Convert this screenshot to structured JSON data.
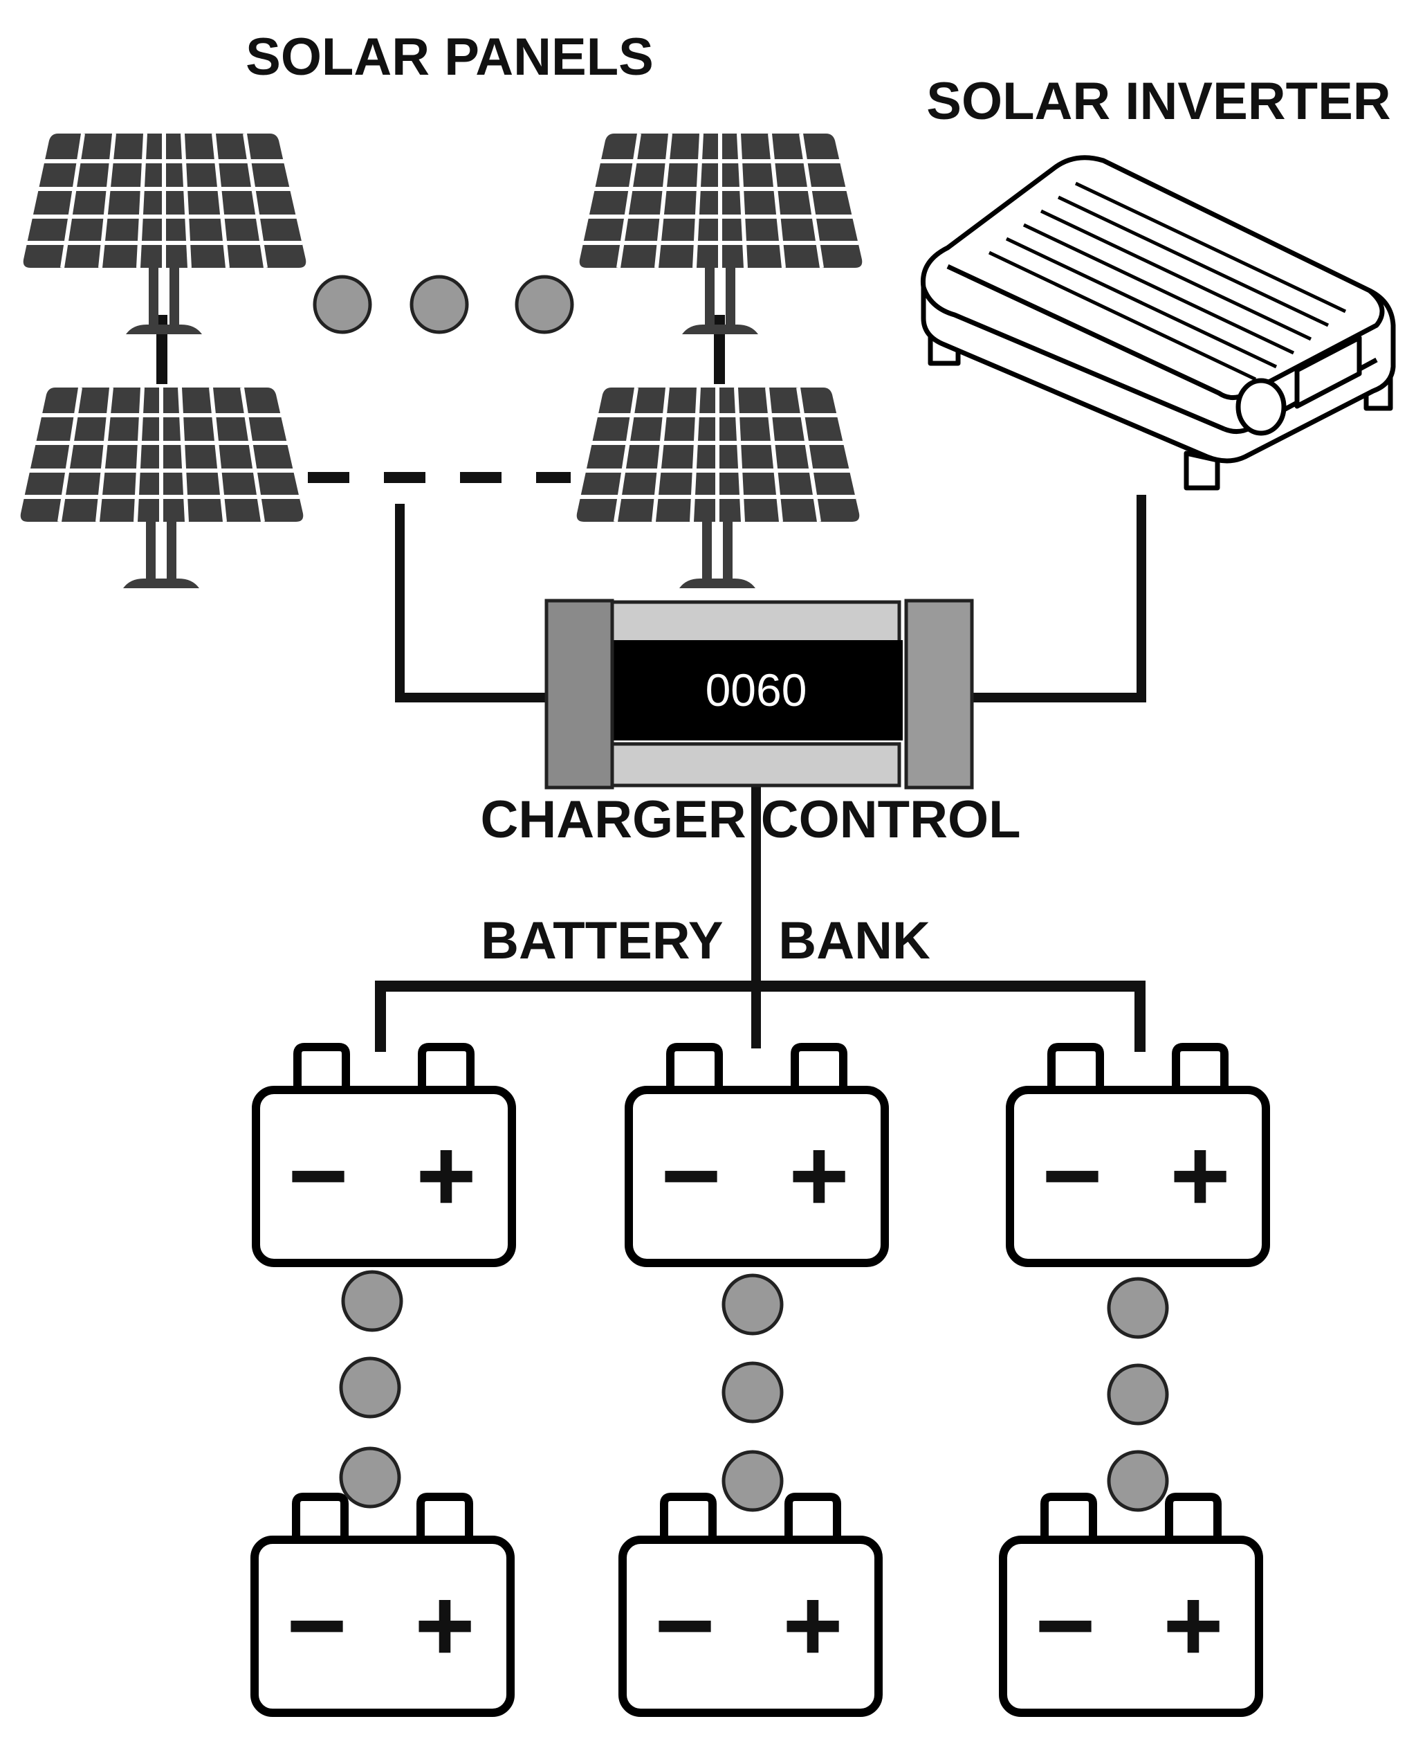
{
  "labels": {
    "solar_panels": "SOLAR PANELS",
    "solar_inverter": "SOLAR INVERTER",
    "charger_control": "CHARGER CONTROL",
    "battery_bank": "BATTERY BANK"
  },
  "charger_display": "0060",
  "battery_terminals": {
    "negative": "−",
    "positive": "+"
  },
  "colors": {
    "panel": "#3d3d3d",
    "ellipsis_dot": "#999999",
    "wire": "#111111",
    "charger_display_bg": "#000000",
    "charger_end_cap": "#8a8a8a",
    "charger_rail": "#cccccc"
  },
  "icons": [
    "solar-panel-icon",
    "solar-inverter-icon",
    "charger-controller-icon",
    "battery-icon"
  ]
}
